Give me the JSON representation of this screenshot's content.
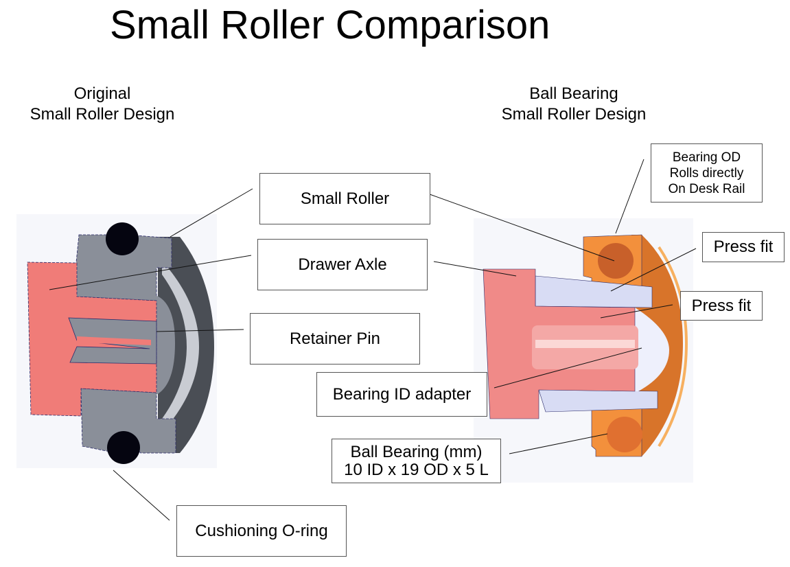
{
  "title": "Small Roller Comparison",
  "left_design": {
    "line1": "Original",
    "line2": "Small Roller Design"
  },
  "right_design": {
    "line1": "Ball Bearing",
    "line2": "Small Roller Design"
  },
  "callouts": {
    "small_roller": "Small Roller",
    "drawer_axle": "Drawer Axle",
    "retainer_pin": "Retainer Pin",
    "cushioning_oring": "Cushioning O-ring",
    "bearing_od": {
      "line1": "Bearing OD",
      "line2": "Rolls directly",
      "line3": "On Desk Rail"
    },
    "press_fit_1": "Press fit",
    "press_fit_2": "Press fit",
    "bearing_id_adapter": "Bearing ID adapter",
    "ball_bearing": {
      "line1": "Ball Bearing (mm)",
      "line2": "10 ID x 19 OD x 5 L"
    }
  },
  "colors": {
    "axle": "#f07c78",
    "roller_gray": "#8a8f99",
    "roller_dark": "#4a4e55",
    "oring": "#050510",
    "bearing_orange": "#f3903c",
    "adapter_lavender": "#d8dcf4"
  }
}
